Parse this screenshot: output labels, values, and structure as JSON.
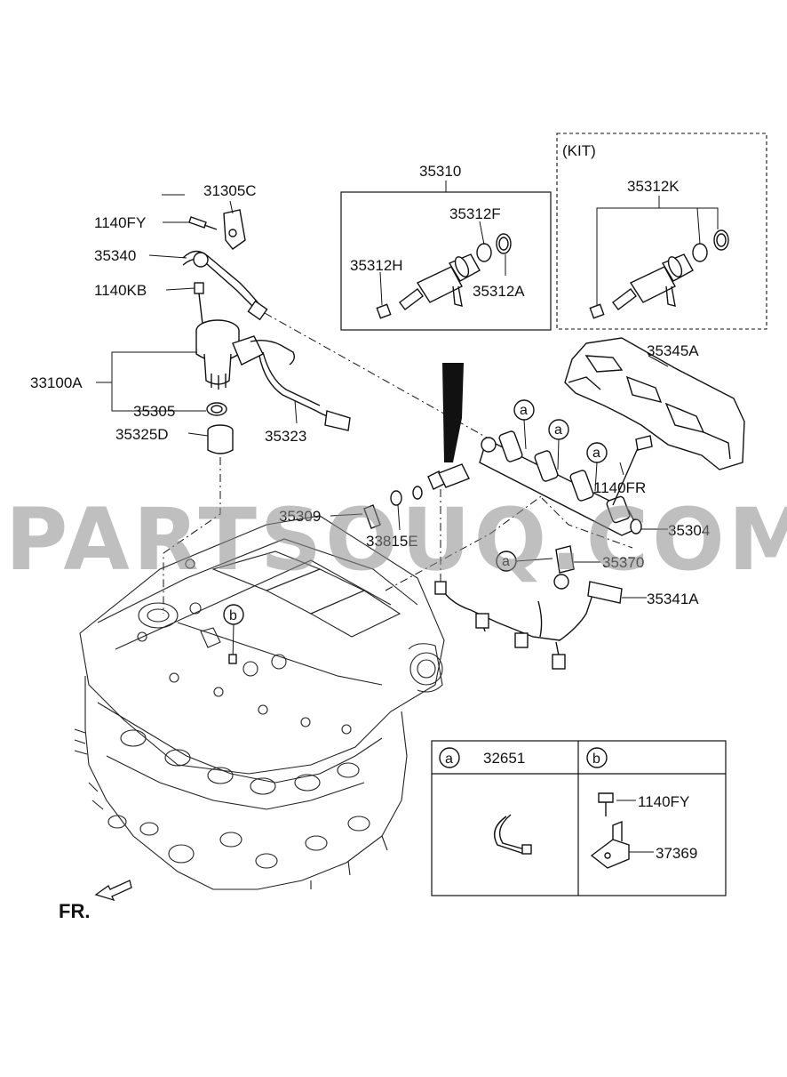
{
  "watermark": "PARTSOUQ.COM",
  "direction_label": "FR.",
  "kit_label": "(KIT)",
  "callouts": {
    "p31305C": "31305C",
    "p1140FY_top": "1140FY",
    "p35340": "35340",
    "p1140KB": "1140KB",
    "p33100A": "33100A",
    "p35305": "35305",
    "p35325D": "35325D",
    "p35323": "35323",
    "p35310": "35310",
    "p35312F": "35312F",
    "p35312H": "35312H",
    "p35312A": "35312A",
    "p35312K": "35312K",
    "p35345A": "35345A",
    "p1140FR": "1140FR",
    "p35304": "35304",
    "p35309": "35309",
    "p33815E": "33815E",
    "p35370": "35370",
    "p35341A": "35341A"
  },
  "markers": {
    "a": "a",
    "b": "b"
  },
  "legend": {
    "a_part": "32651",
    "b_part1": "1140FY",
    "b_part2": "37369"
  }
}
